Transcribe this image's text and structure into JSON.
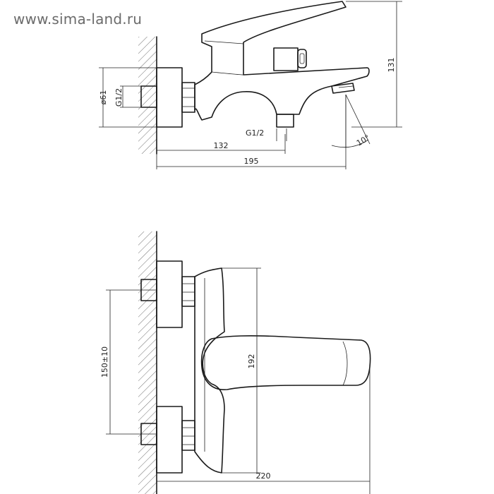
{
  "watermark": "www.sima-land.ru",
  "top_view": {
    "dim_diameter": "ø61",
    "dim_thread_inlet": "G1/2",
    "dim_thread_outlet": "G1/2",
    "dim_132": "132",
    "dim_195": "195",
    "dim_131": "131",
    "dim_angle": "10°"
  },
  "bottom_view": {
    "dim_spacing": "150±10",
    "dim_192": "192",
    "dim_220": "220"
  }
}
